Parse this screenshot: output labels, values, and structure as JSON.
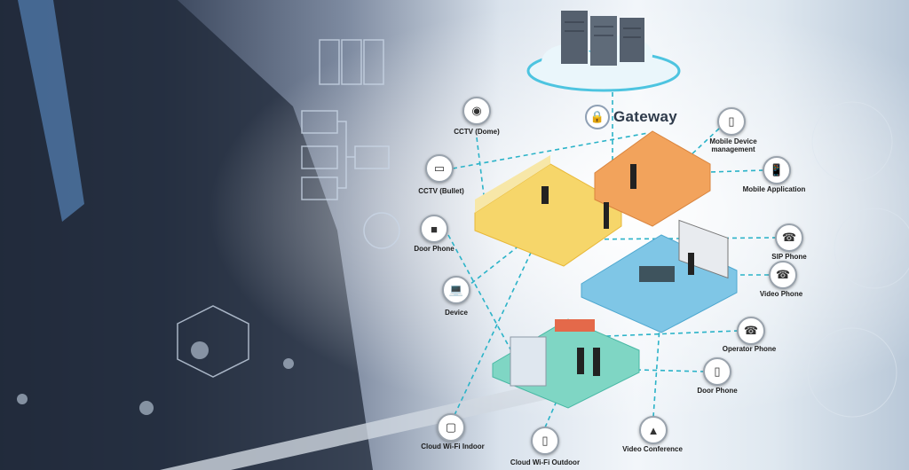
{
  "gateway": {
    "label": "Gateway",
    "icon": "shield-lock-icon"
  },
  "cloud": {
    "icon": "cloud-servers-icon"
  },
  "colors": {
    "link_line": "#2bb3c8",
    "floor_yellow": "#f6d66a",
    "floor_orange": "#f2a35c",
    "floor_blue": "#7fc6e6",
    "floor_teal": "#7fd6c4"
  },
  "devices": [
    {
      "label": "CCTV (Dome)",
      "icon": "dome-camera-icon"
    },
    {
      "label": "CCTV (Bullet)",
      "icon": "bullet-camera-icon"
    },
    {
      "label": "Door Phone",
      "icon": "door-phone-icon"
    },
    {
      "label": "Device",
      "icon": "laptop-icon"
    },
    {
      "label": "Mobile Device management",
      "icon": "tablet-phone-icon"
    },
    {
      "label": "Mobile Application",
      "icon": "smartphone-icon"
    },
    {
      "label": "SIP Phone",
      "icon": "desk-phone-icon"
    },
    {
      "label": "Video Phone",
      "icon": "video-phone-icon"
    },
    {
      "label": "Operator Phone",
      "icon": "operator-phone-icon"
    },
    {
      "label": "Door Phone",
      "icon": "door-phone-icon"
    },
    {
      "label": "Video Conference",
      "icon": "conference-phone-icon"
    },
    {
      "label": "Cloud Wi-Fi Indoor",
      "icon": "access-point-icon"
    },
    {
      "label": "Cloud Wi-Fi Outdoor",
      "icon": "outdoor-access-point-icon"
    }
  ]
}
